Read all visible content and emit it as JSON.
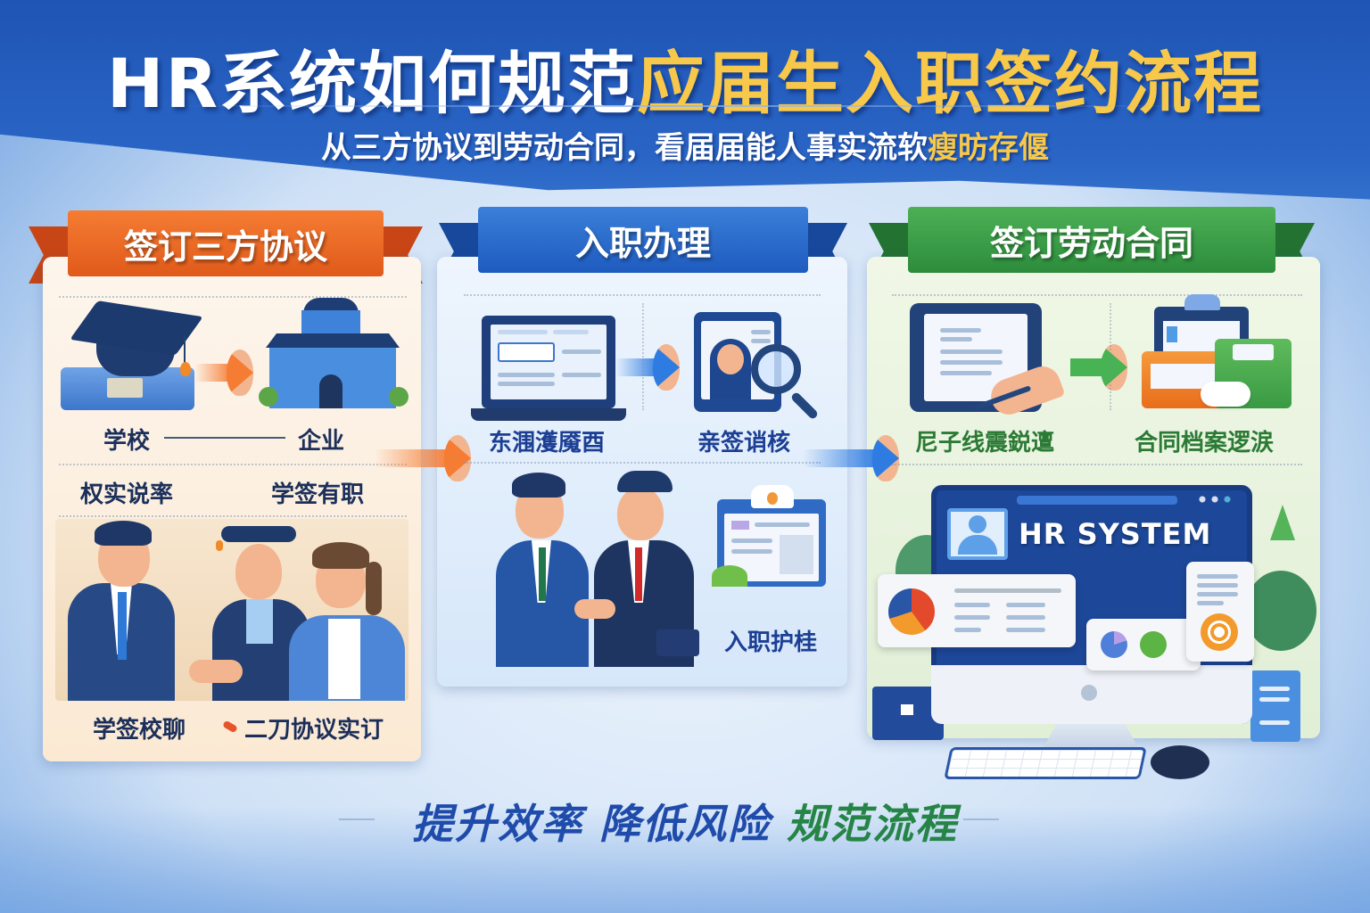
{
  "header": {
    "title_white": "HR系统如何规范",
    "title_yellow": "应届生入职签约流程",
    "subtitle_white": "从三方协议到劳动合同，看届届能人事实流软",
    "subtitle_yellow": "瘦昉存偃"
  },
  "steps": [
    {
      "ribbon": "签订三方协议",
      "color": "#e8641f",
      "icons": [
        "graduation-cap-icon",
        "arrow-right-icon",
        "school-building-icon"
      ],
      "row1_left": "学校",
      "row1_right": "企业",
      "row2_left": "权实说率",
      "row2_right": "学签有职",
      "scene": "handshake-three-people",
      "footer_left": "学签校聊",
      "footer_right": "二刀协议实订"
    },
    {
      "ribbon": "入职办理",
      "color": "#2366c7",
      "icons": [
        "laptop-icon",
        "arrow-right-icon",
        "profile-search-icon"
      ],
      "label_left": "东涠濩魇酉",
      "label_right": "亲签诮核",
      "scene": "handshake-two-men",
      "side_icon": "clipboard-icon",
      "side_label": "入职护桂"
    },
    {
      "ribbon": "签订劳动合同",
      "color": "#2f9040",
      "icons": [
        "tablet-signing-icon",
        "arrow-right-icon",
        "folders-archive-icon"
      ],
      "label_left": "尼子线震鋭邅",
      "label_right": "合同档案逻涙",
      "system": {
        "screen_title": "HR SYSTEM",
        "icons": [
          "user-avatar-icon",
          "logo-badge-icon",
          "pie-chart-icon",
          "target-icon",
          "document-icon"
        ]
      }
    }
  ],
  "slogan": {
    "part1": "提升效率",
    "part2": "降低风险",
    "part3": "规范流程"
  },
  "colors": {
    "header_blue": "#1f55b5",
    "title_yellow": "#f7c84a",
    "orange": "#f57c33",
    "blue": "#2e7ce2",
    "green": "#48b353",
    "navy_text": "#1b2f5a"
  }
}
